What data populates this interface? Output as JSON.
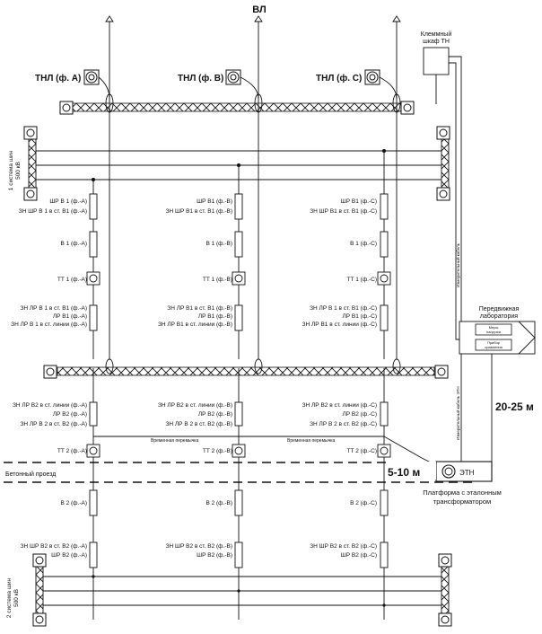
{
  "top_label": "ВЛ",
  "tnl": [
    "ТНЛ (ф. А)",
    "ТНЛ (ф. В)",
    "ТНЛ (ф. С)"
  ],
  "cabinet": [
    "Клеммный",
    "шкаф ТН"
  ],
  "bus1_label": [
    "1 система шин",
    "500 кВ"
  ],
  "bus2_label": [
    "2 система шин",
    "500 кВ"
  ],
  "columns": [
    {
      "shr_v1": [
        "ШР В 1 (ф.-А)",
        "ЗН ШР В 1 в ст. В1 (ф.-А)"
      ],
      "v1": "В 1 (ф.-А)",
      "tt1": "ТТ 1 (ф.-А)",
      "lr_v1": [
        "ЗН ЛР В 1 в ст. В1 (ф.-А)",
        "ЛР В1 (ф.-А)",
        "ЗН ЛР В 1 в ст. линии (ф.-А)"
      ],
      "lr_v2": [
        "ЗН ЛР В2 в ст. линии (ф.-А)",
        "ЛР В2 (ф.-А)",
        "ЗН ЛР В 2 в ст. В2 (ф.-А)"
      ],
      "tt2": "ТТ 2 (ф.-А)",
      "v2": "В 2 (ф.-А)",
      "shr_v2": [
        "ЗН ШР В2 в ст. В2 (ф.-А)",
        "ШР В2 (ф.-А)"
      ]
    },
    {
      "shr_v1": [
        "ШР В1 (ф.-В)",
        "ЗН ШР В1 в ст. В1 (ф.-В)"
      ],
      "v1": "В 1 (ф.-В)",
      "tt1": "ТТ 1 (ф.-В)",
      "lr_v1": [
        "ЗН ЛР В1 в ст. В1 (ф.-В)",
        "ЛР В1 (ф.-В)",
        "ЗН ЛР В1 в ст. линии (ф.-В)"
      ],
      "lr_v2": [
        "ЗН ЛР В2 в ст. линии (ф.-В)",
        "ЛР В2 (ф.-В)",
        "ЗН ЛР В 2 в ст. В2 (ф.-В)"
      ],
      "tt2": "ТТ 2 (ф.-В)",
      "v2": "В 2 (ф.-В)",
      "shr_v2": [
        "ЗН ШР В2 в ст. В2 (ф.-В)",
        "ШР В2 (ф.-В)"
      ]
    },
    {
      "shr_v1": [
        "ШР В1 (ф.-С)",
        "ЗН ШР В1 в ст. В1 (ф.-С)"
      ],
      "v1": "В 1 (ф.-С)",
      "tt1": "ТТ 1 (ф.-С)",
      "lr_v1": [
        "ЗН ЛР В 1 в ст. В1 (ф.-С)",
        "ЛР В1 (ф.-С)",
        "ЗН ЛР В1 в ст. линии (ф.-С)"
      ],
      "lr_v2": [
        "ЗН ЛР В2 в ст. линии (ф.-С)",
        "ЛР В2 (ф.-С)",
        "ЗН ЛР В 2 в ст. В2 (ф.-С)"
      ],
      "tt2": "ТТ 2 (ф.-С)",
      "v2": "В 2 (ф.-С)",
      "shr_v2": [
        "ЗН ШР В2 в ст. В2 (ф.-С)",
        "ШР В2 (ф.-С)"
      ]
    }
  ],
  "temp_wire": "Временная перемычка",
  "road": "Бетонный проезд",
  "dist_short": "5-10 м",
  "dist_long": "20-25 м",
  "etn": "ЭТН",
  "platform": [
    "Платформа с эталонным",
    "трансформатором"
  ],
  "lab": [
    "Передвижная",
    "лаборатория"
  ],
  "lab_boxes": [
    "Меры",
    "нагрузки",
    "Прибор",
    "сравнения"
  ],
  "cable_vert": "Измерительный кабель",
  "cable_etn": "Измерительный кабель ЭТН",
  "colors": {
    "line": "#111111",
    "ink": "#111111",
    "background": "#ffffff"
  }
}
